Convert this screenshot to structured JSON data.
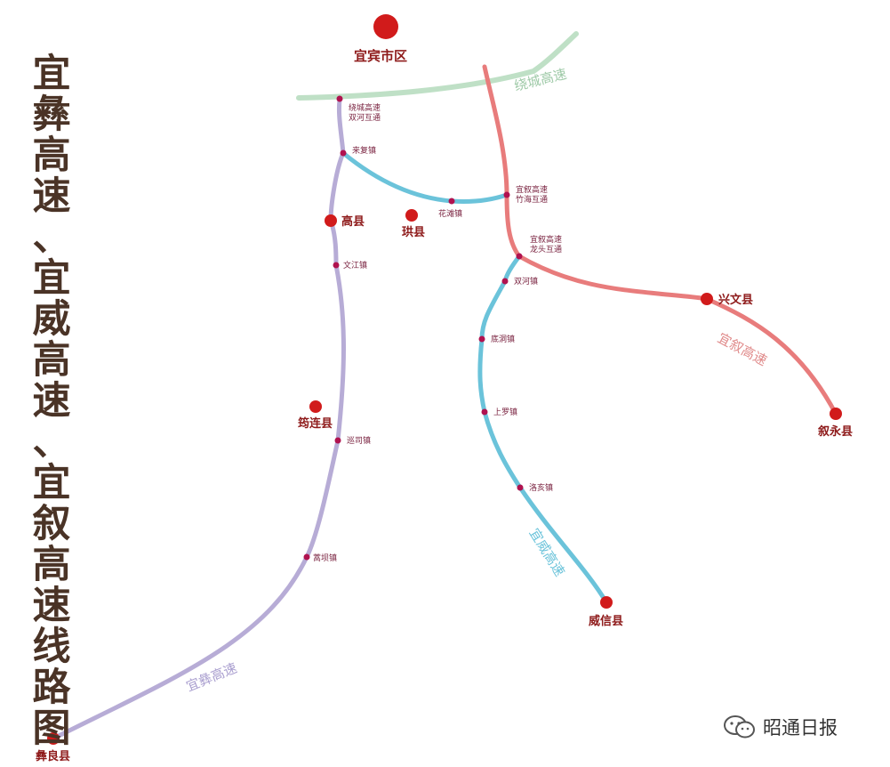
{
  "title_chars": [
    "宜",
    "彝",
    "高",
    "速",
    "、",
    "宜",
    "威",
    "高",
    "速",
    "、",
    "宜",
    "叙",
    "高",
    "速",
    "线",
    "路",
    "图"
  ],
  "colors": {
    "yiyi": "#b7acd6",
    "yiwei": "#6bc3da",
    "yixu": "#e87c7c",
    "raocheng": "#bfe0c6",
    "city_dot": "#d11b1b",
    "town_dot": "#b0124f"
  },
  "cities": {
    "yibin": "宜宾市区",
    "gaoxian": "高县",
    "gongxian": "珙县",
    "junlian": "筠连县",
    "xingwen": "兴文县",
    "xuyong": "叙永县",
    "weixin": "威信县",
    "yiliang": "彝良县"
  },
  "towns": {
    "shuanghe_jct": [
      "绕城高速",
      "双河互通"
    ],
    "laifu": "来复镇",
    "huatan": "花滩镇",
    "zhuhai_jct": [
      "宜叙高速",
      "竹海互通"
    ],
    "longtou_jct": [
      "宜叙高速",
      "龙头互通"
    ],
    "wenjiang": "文江镇",
    "shuanghe": "双河镇",
    "didong": "底洞镇",
    "shangluo": "上罗镇",
    "xunsi": "巡司镇",
    "luohai": "洛亥镇",
    "qiaoba": "蒿坝镇"
  },
  "routes": {
    "raocheng": "绕城高速",
    "yixu": "宜叙高速",
    "yiwei": "宜威高速",
    "yiyi": "宜彝高速"
  },
  "watermark": {
    "text": "昭通日报",
    "icon": "wechat-icon"
  }
}
